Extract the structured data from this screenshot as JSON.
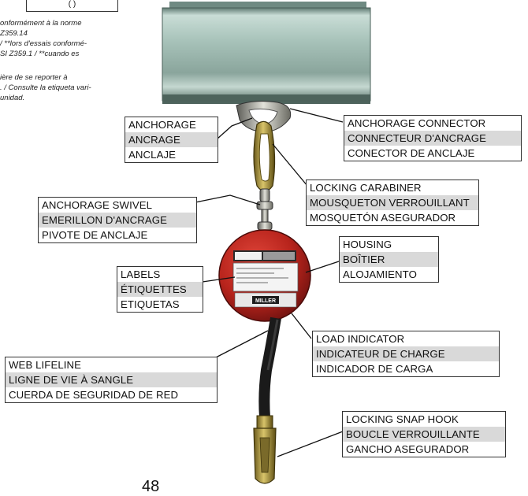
{
  "notes": {
    "top_partial": "(   )",
    "lines": [
      "onformément à la norme",
      "Z359.14",
      "/ **lors d'essais conformé-",
      "SI Z359.1 / **cuando es",
      "",
      "ière de se reporter à",
      ". / Consulte la etiqueta vari-",
      "unidad."
    ]
  },
  "labels": {
    "anchorage": [
      "ANCHORAGE",
      "ANCRAGE",
      "ANCLAJE"
    ],
    "anchorage_connector": [
      "ANCHORAGE CONNECTOR",
      "CONNECTEUR D'ANCRAGE",
      "CONECTOR DE ANCLAJE"
    ],
    "anchorage_swivel": [
      "ANCHORAGE SWIVEL",
      "EMERILLON D'ANCRAGE",
      "PIVOTE DE ANCLAJE"
    ],
    "locking_carabiner": [
      "LOCKING CARABINER",
      "MOUSQUETON VERROUILLANT",
      "MOSQUETÓN ASEGURADOR"
    ],
    "housing": [
      "HOUSING",
      "BOÎTIER",
      "ALOJAMIENTO"
    ],
    "labels": [
      "LABELS",
      "ÉTIQUETTES",
      "ETIQUETAS"
    ],
    "load_indicator": [
      "LOAD INDICATOR",
      "INDICATEUR DE CHARGE",
      "INDICADOR DE CARGA"
    ],
    "web_lifeline": [
      "WEB LIFELINE",
      "LIGNE DE VIE À SANGLE",
      "CUERDA DE SEGURIDAD DE RED"
    ],
    "locking_snap_hook": [
      "LOCKING SNAP HOOK",
      "BOUCLE VERROUILLANTE",
      "GANCHO ASEGURADOR"
    ]
  },
  "device": {
    "brand_text": "MILLER",
    "housing_color": "#b8241c",
    "beam_color": "#9fbab0"
  },
  "page_number": "48"
}
